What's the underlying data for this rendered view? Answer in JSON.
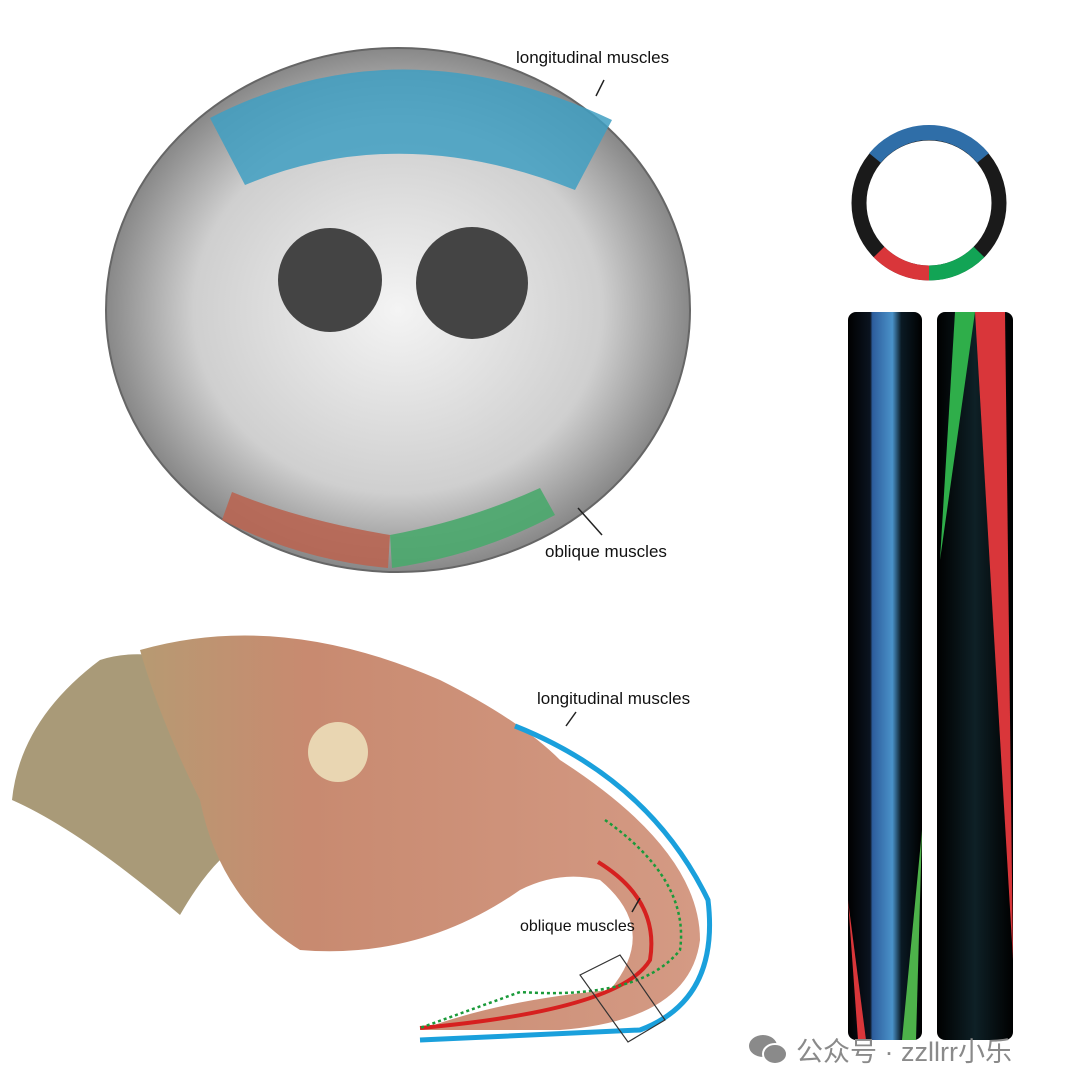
{
  "labels": {
    "cross_longitudinal": "longitudinal muscles",
    "cross_oblique": "oblique muscles",
    "trunk_longitudinal": "longitudinal muscles",
    "trunk_oblique": "oblique muscles"
  },
  "watermark": {
    "icon": "wechat-icon",
    "text": "公众号 · zzllrr小乐"
  },
  "colors": {
    "longitudinal": "#2f7fb5",
    "oblique_left": "#d9363a",
    "oblique_right": "#12a455",
    "ring": "#1a1a1a"
  }
}
